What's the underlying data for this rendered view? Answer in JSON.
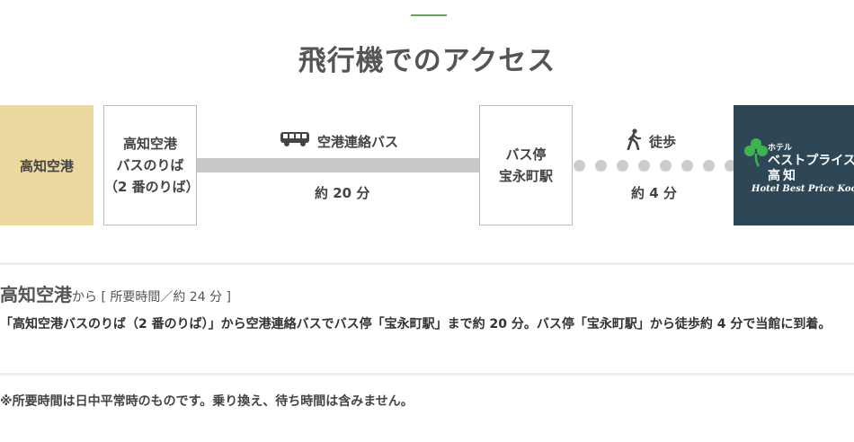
{
  "colors": {
    "accent": "#6aa55f",
    "airport_bg": "#ebd9a0",
    "hotel_bg": "#2d4757",
    "clover": "#3fb34f",
    "bus_line": "#c9c9c9",
    "walk_dots": "#cccccc"
  },
  "section": {
    "title": "飛行機でのアクセス"
  },
  "route": {
    "start": "高知空港",
    "bus_stop": [
      "高知空港",
      "バスのりば",
      "（2 番のりば）"
    ],
    "bus": {
      "icon": "bus-icon",
      "label": "空港連絡バス",
      "time": "約 20 分"
    },
    "station": [
      "バス停",
      "宝永町駅"
    ],
    "walk": {
      "icon": "walking-person-icon",
      "label": "徒歩",
      "time": "約 4 分"
    },
    "hotel_logo": {
      "line1": "ホテル",
      "line2": "ベストプライス",
      "line3": "高知",
      "line4": "Hotel Best Price Kochi"
    }
  },
  "info": {
    "title": "高知空港",
    "title_suffix": "から [ 所要時間／約 24 分 ]",
    "body": "「高知空港バスのりば（2 番のりば）」から空港連絡バスでバス停「宝永町駅」まで約 20 分。バス停「宝永町駅」から徒歩約 4 分で当館に到着。",
    "note": "※所要時間は日中平常時のものです。乗り換え、待ち時間は含みません。"
  }
}
